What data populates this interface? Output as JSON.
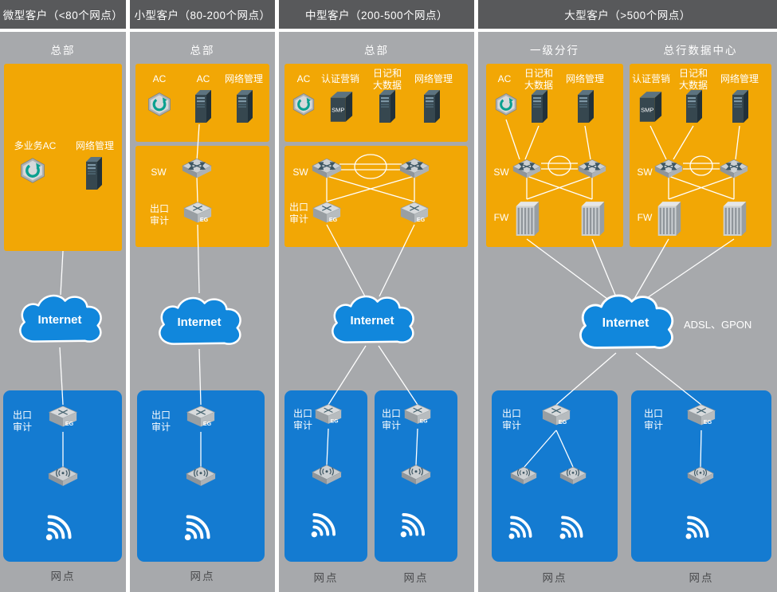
{
  "device_text": {
    "eg": "EG",
    "smp": "SMP"
  },
  "columns": [
    {
      "header": "微型客户（<80个网点）",
      "hq_title": "总部",
      "top_labels": [
        "多业务AC",
        "网络管理"
      ],
      "internet": "Internet",
      "branch": {
        "exit_label": "出口审计",
        "site_label": "网点"
      }
    },
    {
      "header": "小型客户（80-200个网点）",
      "hq_title": "总部",
      "top_labels": [
        "AC",
        "AC",
        "网络管理"
      ],
      "sw_label": "SW",
      "exit_label": "出口审计",
      "internet": "Internet",
      "branch": {
        "exit_label": "出口审计",
        "site_label": "网点"
      }
    },
    {
      "header": "中型客户（200-500个网点）",
      "hq_title": "总部",
      "top_labels": [
        "AC",
        "认证营销",
        "日记和大数据",
        "网络管理"
      ],
      "sw_label": "SW",
      "exit_label": "出口审计",
      "internet": "Internet",
      "branches": [
        {
          "exit_label": "出口审计",
          "site_label": "网点"
        },
        {
          "exit_label": "出口审计",
          "site_label": "网点"
        }
      ]
    },
    {
      "header": "大型客户（>500个网点）",
      "hq_left": {
        "title": "一级分行",
        "top_labels": [
          "AC",
          "日记和大数据",
          "网络管理"
        ],
        "sw_label": "SW",
        "fw_label": "FW"
      },
      "hq_right": {
        "title": "总行数据中心",
        "top_labels": [
          "认证营销",
          "日记和大数据",
          "网络管理"
        ],
        "sw_label": "SW",
        "fw_label": "FW"
      },
      "internet": "Internet",
      "wan_note": "ADSL、GPON",
      "branches": [
        {
          "exit_label": "出口审计",
          "site_label": "网点"
        },
        {
          "exit_label": "出口审计",
          "site_label": "网点"
        }
      ]
    }
  ]
}
